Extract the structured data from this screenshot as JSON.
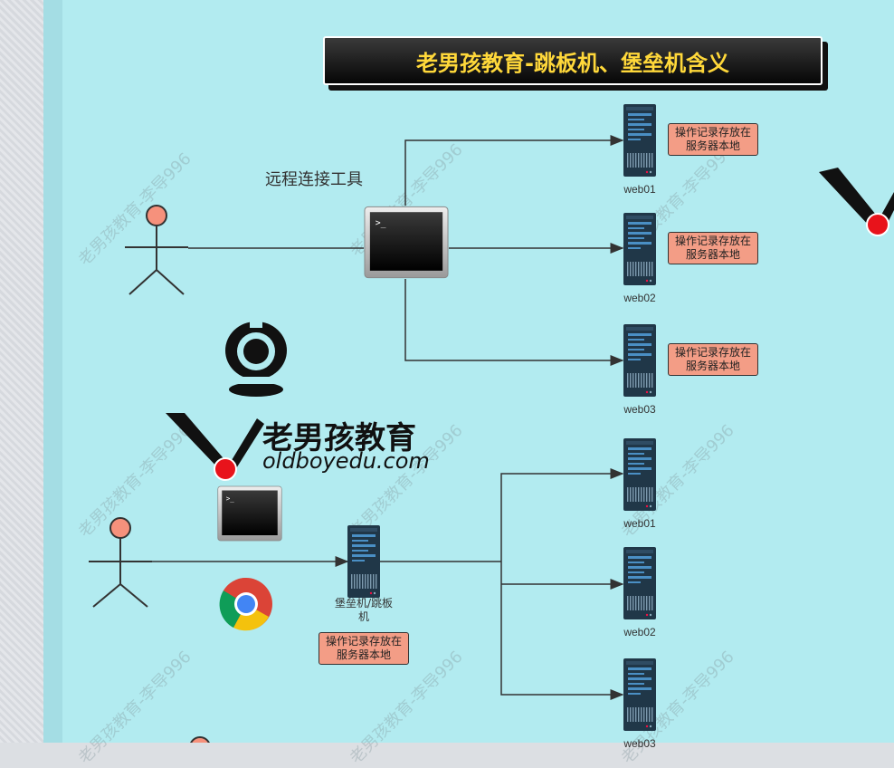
{
  "title": "老男孩教育-跳板机、堡垒机含义",
  "top_section": {
    "tool_label": "远程连接工具",
    "servers": [
      "web01",
      "web02",
      "web03"
    ],
    "note": "操作记录存放在服务器本地"
  },
  "bottom_section": {
    "bastion_label": "堡垒机/跳板机",
    "bastion_note": "操作记录存放在服务器本地",
    "servers": [
      "web01",
      "web02",
      "web03"
    ]
  },
  "logo": {
    "name_cn": "老男孩教育",
    "domain": "oldboyedu.com"
  },
  "watermark": "老男孩教育-李导996",
  "colors": {
    "canvas": "#b2ebf0",
    "title_text": "#ffd83a",
    "note_fill": "#f39d86",
    "person_head": "#f6917c",
    "server_body": "#203748",
    "server_accent": "#4a8fc4",
    "logo_red": "#e8131b"
  }
}
